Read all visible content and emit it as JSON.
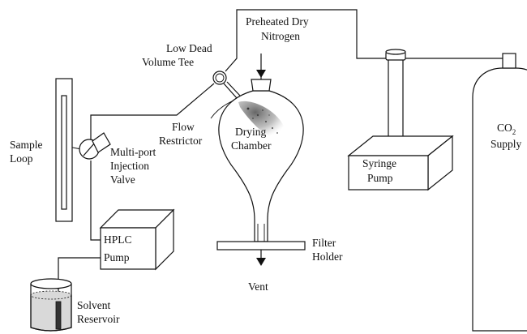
{
  "labels": {
    "preheated_n2_line1": "Preheated Dry",
    "preheated_n2_line2": "Nitrogen",
    "tee_line1": "Low Dead",
    "tee_line2": "Volume Tee",
    "sample_loop_line1": "Sample",
    "sample_loop_line2": "Loop",
    "valve_line1": "Multi-port",
    "valve_line2": "Injection",
    "valve_line3": "Valve",
    "restrictor_line1": "Flow",
    "restrictor_line2": "Restrictor",
    "chamber_line1": "Drying",
    "chamber_line2": "Chamber",
    "hplc_line1": "HPLC",
    "hplc_line2": "Pump",
    "filter_line1": "Filter",
    "filter_line2": "Holder",
    "vent": "Vent",
    "reservoir_line1": "Solvent",
    "reservoir_line2": "Reservoir",
    "syringe_line1": "Syringe",
    "syringe_line2": "Pump",
    "co2_main": "CO",
    "co2_sub": "2",
    "co2_line2": "Supply"
  }
}
